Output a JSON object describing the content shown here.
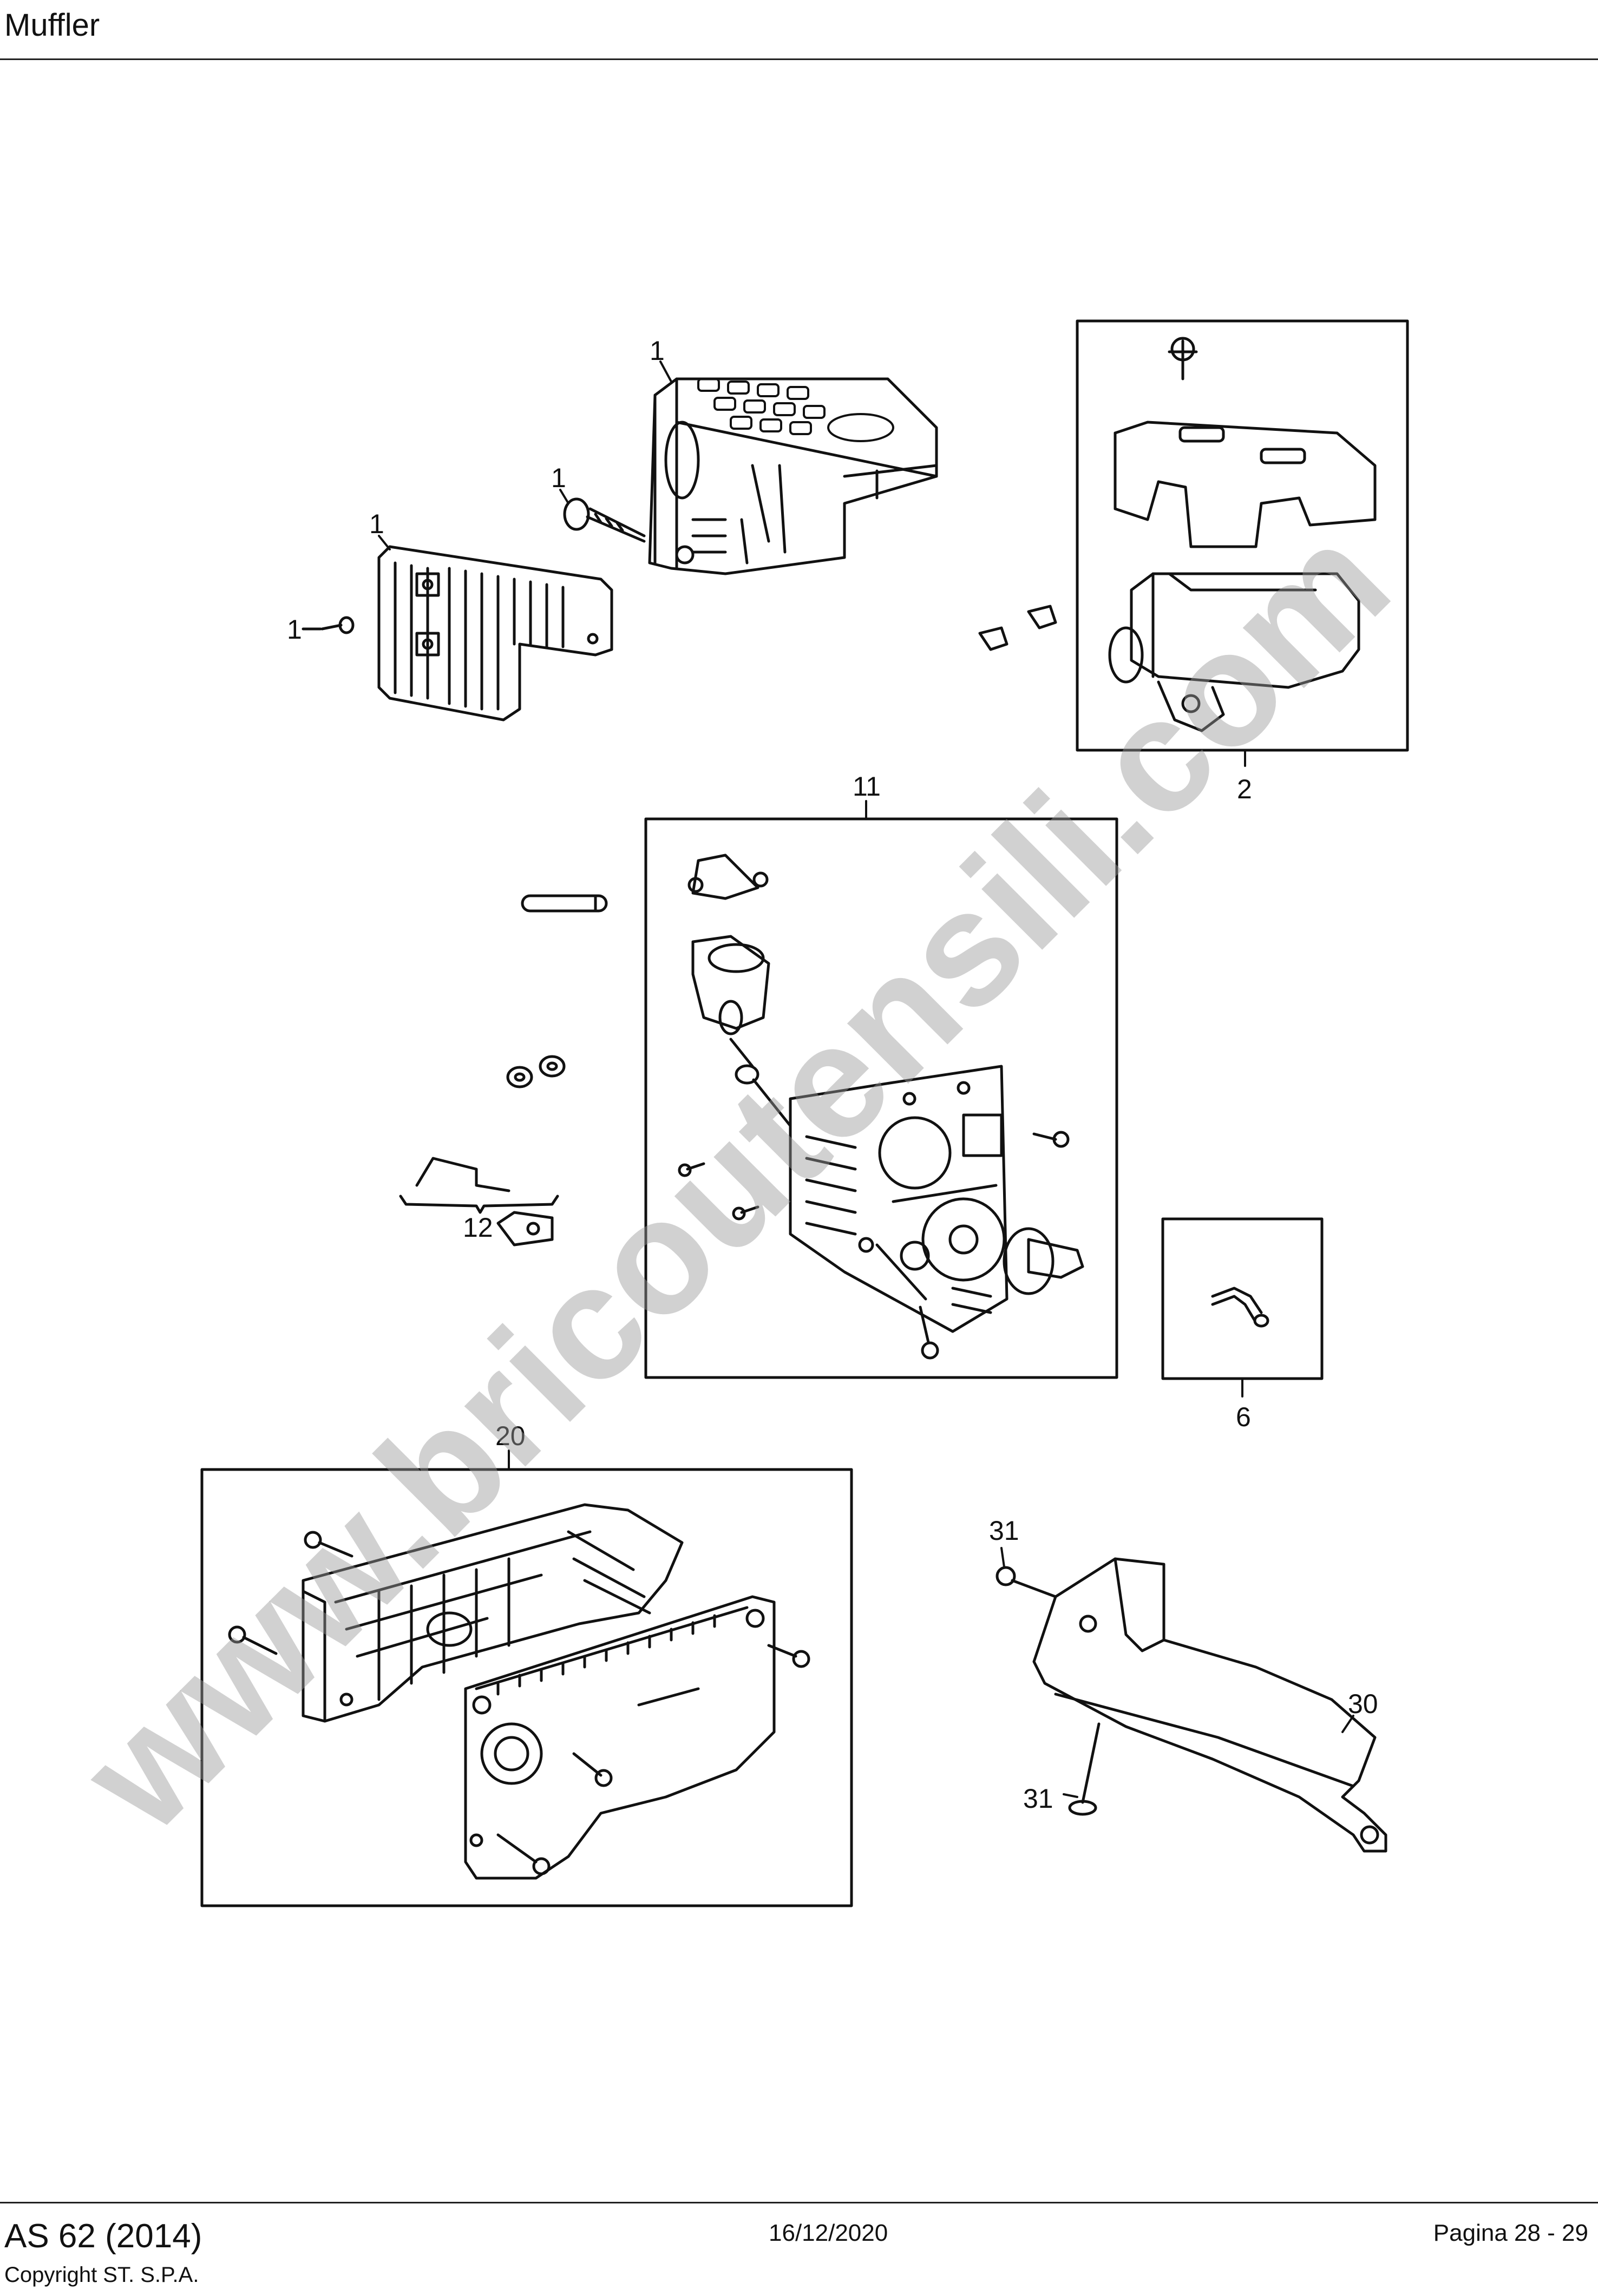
{
  "header": {
    "title": "Muffler"
  },
  "callouts": {
    "c1a": "1",
    "c1b": "1",
    "c1c": "1",
    "c1d": "1",
    "c2": "2",
    "c11": "11",
    "c12": "12",
    "c6": "6",
    "c20": "20",
    "c31a": "31",
    "c31b": "31",
    "c30": "30"
  },
  "watermark": "www.bricoutensili.com",
  "footer": {
    "model": "AS 62 (2014)",
    "copyright": "Copyright ST. S.P.A.",
    "date": "16/12/2020",
    "page": "Pagina 28 - 29"
  }
}
